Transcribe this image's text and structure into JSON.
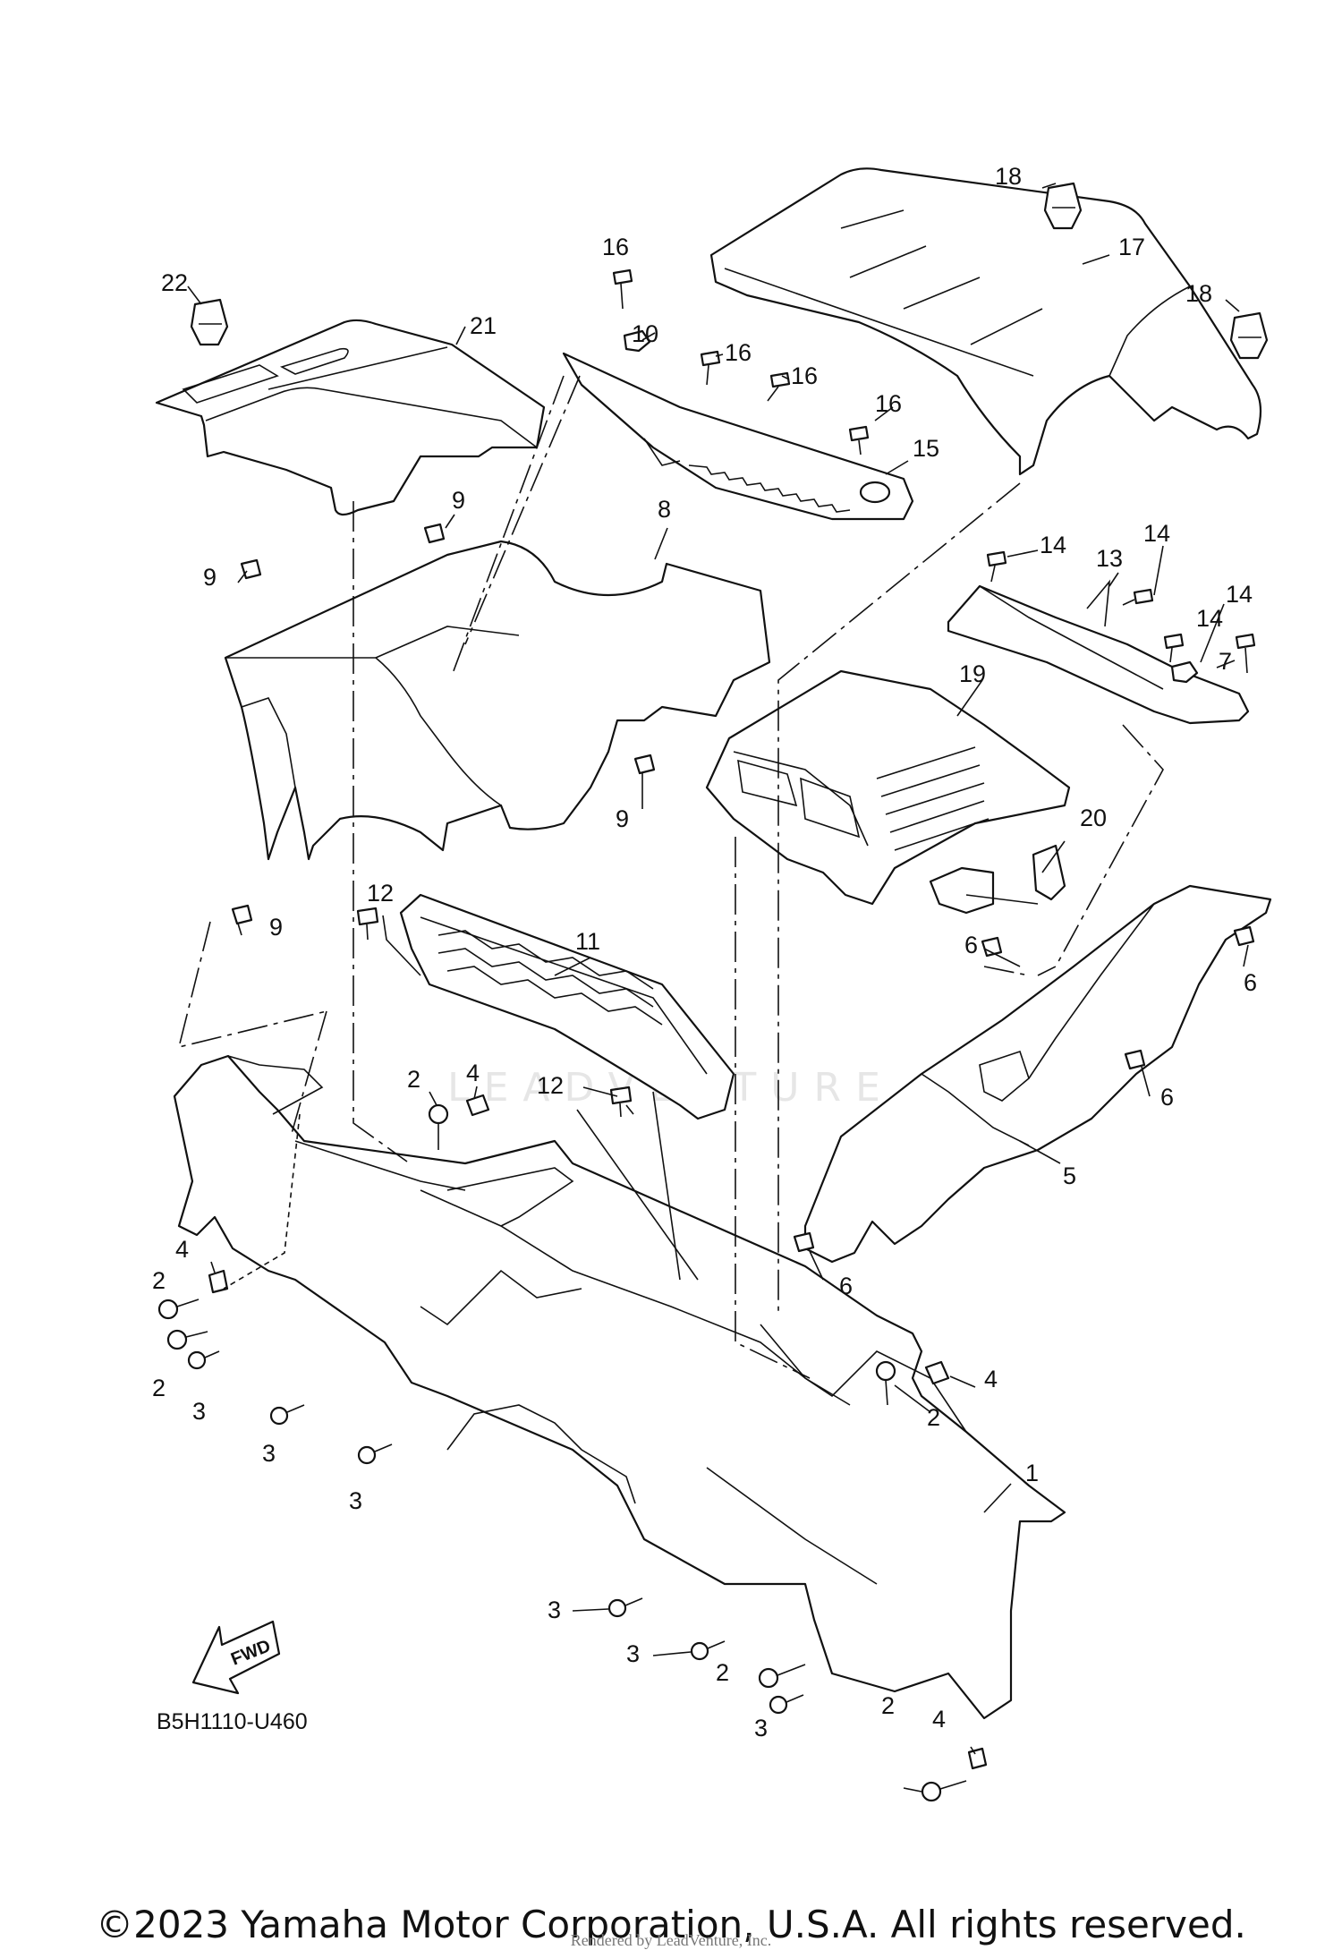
{
  "diagram": {
    "code": "B5H1110-U460",
    "fwd_label": "FWD",
    "watermark": "LEADVENTURE",
    "labels": [
      {
        "id": "l1",
        "text": "1"
      },
      {
        "id": "l2a",
        "text": "2"
      },
      {
        "id": "l2b",
        "text": "2"
      },
      {
        "id": "l2c",
        "text": "2"
      },
      {
        "id": "l2d",
        "text": "2"
      },
      {
        "id": "l2e",
        "text": "2"
      },
      {
        "id": "l2f",
        "text": "2"
      },
      {
        "id": "l3a",
        "text": "3"
      },
      {
        "id": "l3b",
        "text": "3"
      },
      {
        "id": "l3c",
        "text": "3"
      },
      {
        "id": "l3d",
        "text": "3"
      },
      {
        "id": "l3e",
        "text": "3"
      },
      {
        "id": "l3f",
        "text": "3"
      },
      {
        "id": "l4a",
        "text": "4"
      },
      {
        "id": "l4b",
        "text": "4"
      },
      {
        "id": "l4c",
        "text": "4"
      },
      {
        "id": "l4d",
        "text": "4"
      },
      {
        "id": "l5",
        "text": "5"
      },
      {
        "id": "l6a",
        "text": "6"
      },
      {
        "id": "l6b",
        "text": "6"
      },
      {
        "id": "l6c",
        "text": "6"
      },
      {
        "id": "l6d",
        "text": "6"
      },
      {
        "id": "l7",
        "text": "7"
      },
      {
        "id": "l8",
        "text": "8"
      },
      {
        "id": "l9a",
        "text": "9"
      },
      {
        "id": "l9b",
        "text": "9"
      },
      {
        "id": "l9c",
        "text": "9"
      },
      {
        "id": "l9d",
        "text": "9"
      },
      {
        "id": "l10",
        "text": "10"
      },
      {
        "id": "l11",
        "text": "11"
      },
      {
        "id": "l12a",
        "text": "12"
      },
      {
        "id": "l12b",
        "text": "12"
      },
      {
        "id": "l13",
        "text": "13"
      },
      {
        "id": "l14a",
        "text": "14"
      },
      {
        "id": "l14b",
        "text": "14"
      },
      {
        "id": "l14c",
        "text": "14"
      },
      {
        "id": "l14d",
        "text": "14"
      },
      {
        "id": "l15",
        "text": "15"
      },
      {
        "id": "l16a",
        "text": "16"
      },
      {
        "id": "l16b",
        "text": "16"
      },
      {
        "id": "l16c",
        "text": "16"
      },
      {
        "id": "l16d",
        "text": "16"
      },
      {
        "id": "l17",
        "text": "17"
      },
      {
        "id": "l18a",
        "text": "18"
      },
      {
        "id": "l18b",
        "text": "18"
      },
      {
        "id": "l19",
        "text": "19"
      },
      {
        "id": "l20",
        "text": "20"
      },
      {
        "id": "l21",
        "text": "21"
      },
      {
        "id": "l22",
        "text": "22"
      }
    ]
  },
  "footer": {
    "copyright": "©2023 Yamaha Motor Corporation, U.S.A. All rights reserved.",
    "rendered_by": "Rendered by LeadVenture, Inc."
  }
}
